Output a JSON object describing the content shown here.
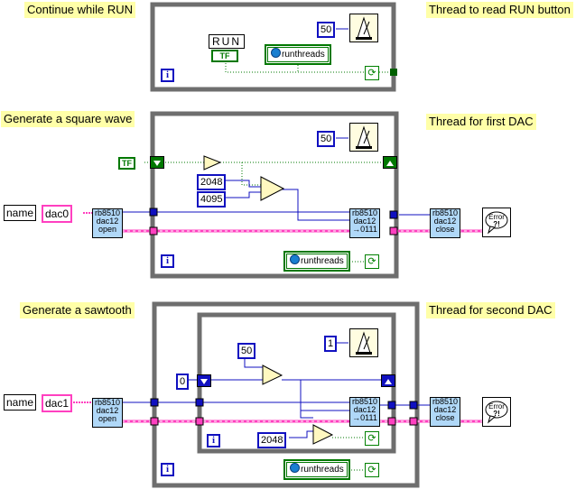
{
  "annotations": {
    "continue_while_run": "Continue while RUN",
    "thread_read_run": "Thread to read RUN button",
    "generate_square": "Generate a square wave",
    "thread_first_dac": "Thread for first DAC",
    "generate_sawtooth": "Generate a sawtooth",
    "thread_second_dac": "Thread for second DAC"
  },
  "constants": {
    "wait_ms_1": "50",
    "wait_ms_2": "50",
    "wait_ms_3": "1",
    "sq_value_a": "2048",
    "sq_value_b": "4095",
    "saw_increment": "50",
    "saw_initial": "0",
    "saw_limit": "2048",
    "iteration_symbol": "i",
    "bool_const": "TF"
  },
  "controls": {
    "run_button": "RUN",
    "run_type": "TF",
    "name_label_1": "name",
    "name_value_1": "dac0",
    "name_label_2": "name",
    "name_value_2": "dac1"
  },
  "globals": {
    "runthreads_1": "runthreads",
    "runthreads_2": "runthreads",
    "runthreads_3": "runthreads"
  },
  "subvis": {
    "open_1": [
      "rb8510",
      "dac12",
      "open"
    ],
    "write_1": [
      "rb8510",
      "dac12",
      "→0111"
    ],
    "close_1": [
      "rb8510",
      "dac12",
      "close"
    ],
    "open_2": [
      "rb8510",
      "dac12",
      "open"
    ],
    "write_2": [
      "rb8510",
      "dac12",
      "→0111"
    ],
    "close_2": [
      "rb8510",
      "dac12",
      "close"
    ]
  },
  "error_icon_text": [
    "Error",
    "?!"
  ],
  "colors": {
    "loop_frame": "#6e6e6e",
    "numeric_wire": "#1010c0",
    "boolean_wire": "#007800",
    "cluster_wire": "#ff40c0",
    "string_wire": "#ff40c0",
    "note_bg": "#ffffa8",
    "subvi_bg": "#b0d8f8"
  }
}
